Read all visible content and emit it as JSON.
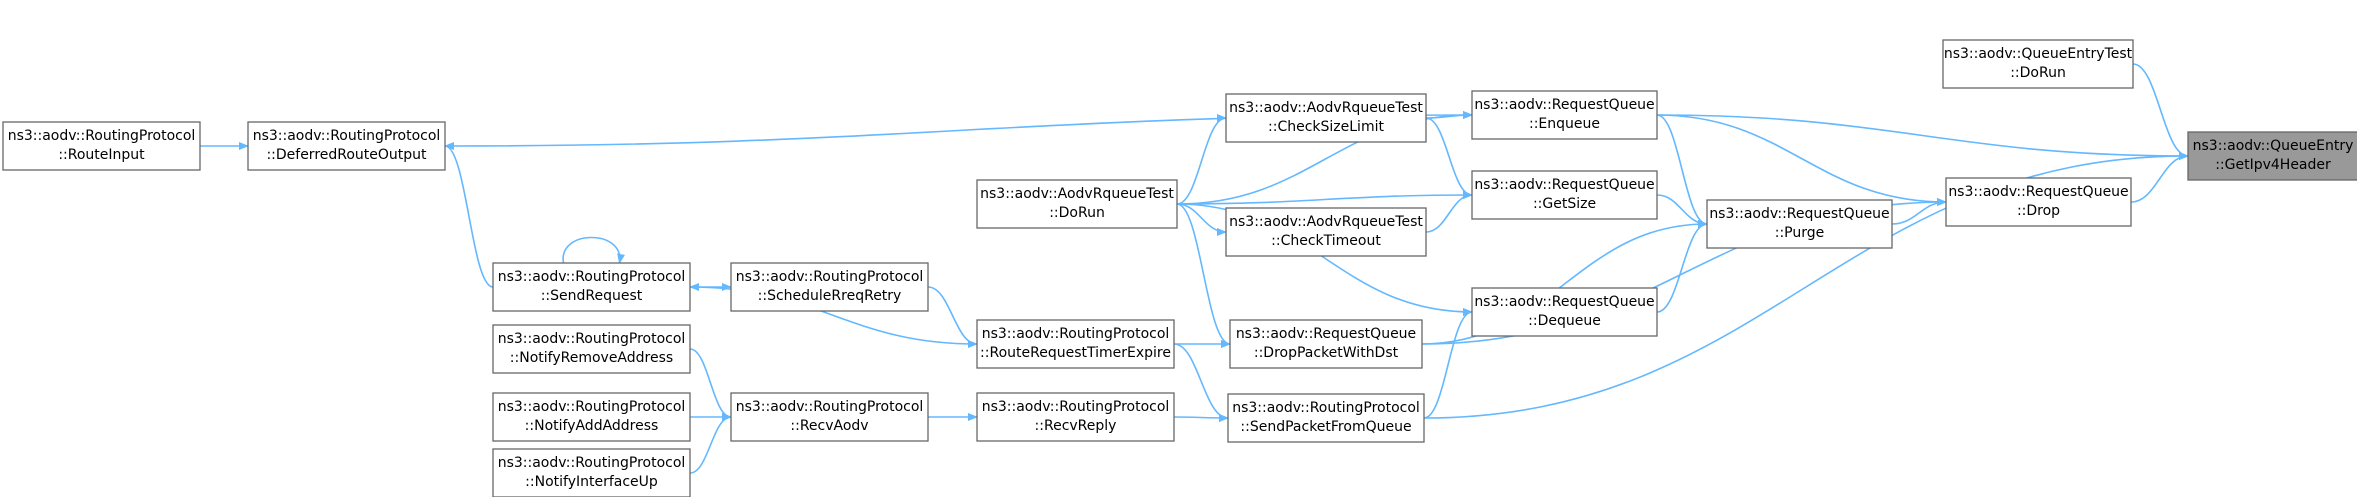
{
  "diagram": {
    "title": "",
    "colors": {
      "edge": "#63b8ff",
      "node_border": "#666666",
      "node_fill": "#ffffff",
      "highlight_fill": "#999999",
      "text": "#000000"
    },
    "nodes": [
      {
        "id": "getipv4header",
        "line1": "ns3::aodv::QueueEntry",
        "line2": "::GetIpv4Header",
        "highlight": true
      },
      {
        "id": "queueentrytest-dorun",
        "line1": "ns3::aodv::QueueEntryTest",
        "line2": "::DoRun"
      },
      {
        "id": "requestqueue-drop",
        "line1": "ns3::aodv::RequestQueue",
        "line2": "::Drop"
      },
      {
        "id": "requestqueue-enqueue",
        "line1": "ns3::aodv::RequestQueue",
        "line2": "::Enqueue"
      },
      {
        "id": "requestqueue-purge",
        "line1": "ns3::aodv::RequestQueue",
        "line2": "::Purge"
      },
      {
        "id": "requestqueue-getsize",
        "line1": "ns3::aodv::RequestQueue",
        "line2": "::GetSize"
      },
      {
        "id": "requestqueue-dequeue",
        "line1": "ns3::aodv::RequestQueue",
        "line2": "::Dequeue"
      },
      {
        "id": "rqueuetest-checksizelimit",
        "line1": "ns3::aodv::AodvRqueueTest",
        "line2": "::CheckSizeLimit"
      },
      {
        "id": "rqueuetest-checktimeout",
        "line1": "ns3::aodv::AodvRqueueTest",
        "line2": "::CheckTimeout"
      },
      {
        "id": "requestqueue-droppacketwithdst",
        "line1": "ns3::aodv::RequestQueue",
        "line2": "::DropPacketWithDst"
      },
      {
        "id": "rp-sendpacketfromqueue",
        "line1": "ns3::aodv::RoutingProtocol",
        "line2": "::SendPacketFromQueue"
      },
      {
        "id": "rqueuetest-dorun",
        "line1": "ns3::aodv::AodvRqueueTest",
        "line2": "::DoRun"
      },
      {
        "id": "rp-routerequesttimerexpire",
        "line1": "ns3::aodv::RoutingProtocol",
        "line2": "::RouteRequestTimerExpire"
      },
      {
        "id": "rp-recvreply",
        "line1": "ns3::aodv::RoutingProtocol",
        "line2": "::RecvReply"
      },
      {
        "id": "rp-schedulerreqretry",
        "line1": "ns3::aodv::RoutingProtocol",
        "line2": "::ScheduleRreqRetry"
      },
      {
        "id": "rp-recvaodv",
        "line1": "ns3::aodv::RoutingProtocol",
        "line2": "::RecvAodv"
      },
      {
        "id": "rp-sendrequest",
        "line1": "ns3::aodv::RoutingProtocol",
        "line2": "::SendRequest"
      },
      {
        "id": "rp-notifyremoveaddress",
        "line1": "ns3::aodv::RoutingProtocol",
        "line2": "::NotifyRemoveAddress"
      },
      {
        "id": "rp-notifyaddaddress",
        "line1": "ns3::aodv::RoutingProtocol",
        "line2": "::NotifyAddAddress"
      },
      {
        "id": "rp-notifyinterfaceup",
        "line1": "ns3::aodv::RoutingProtocol",
        "line2": "::NotifyInterfaceUp"
      },
      {
        "id": "rp-deferredrouteoutput",
        "line1": "ns3::aodv::RoutingProtocol",
        "line2": "::DeferredRouteOutput"
      },
      {
        "id": "rp-routeinput",
        "line1": "ns3::aodv::RoutingProtocol",
        "line2": "::RouteInput"
      }
    ],
    "edges": [
      {
        "from": "queueentrytest-dorun",
        "to": "getipv4header"
      },
      {
        "from": "requestqueue-drop",
        "to": "getipv4header"
      },
      {
        "from": "requestqueue-enqueue",
        "to": "getipv4header"
      },
      {
        "from": "rp-sendpacketfromqueue",
        "to": "getipv4header"
      },
      {
        "from": "requestqueue-purge",
        "to": "requestqueue-drop"
      },
      {
        "from": "requestqueue-enqueue",
        "to": "requestqueue-drop"
      },
      {
        "from": "requestqueue-droppacketwithdst",
        "to": "requestqueue-drop"
      },
      {
        "from": "requestqueue-enqueue",
        "to": "requestqueue-purge"
      },
      {
        "from": "requestqueue-getsize",
        "to": "requestqueue-purge"
      },
      {
        "from": "requestqueue-dequeue",
        "to": "requestqueue-purge"
      },
      {
        "from": "requestqueue-droppacketwithdst",
        "to": "requestqueue-purge"
      },
      {
        "from": "rqueuetest-checksizelimit",
        "to": "requestqueue-enqueue"
      },
      {
        "from": "rqueuetest-dorun",
        "to": "requestqueue-enqueue"
      },
      {
        "from": "rp-deferredrouteoutput",
        "to": "requestqueue-enqueue"
      },
      {
        "from": "rqueuetest-checksizelimit",
        "to": "requestqueue-getsize"
      },
      {
        "from": "rqueuetest-checktimeout",
        "to": "requestqueue-getsize"
      },
      {
        "from": "rqueuetest-dorun",
        "to": "requestqueue-getsize"
      },
      {
        "from": "rp-sendpacketfromqueue",
        "to": "requestqueue-dequeue"
      },
      {
        "from": "rqueuetest-dorun",
        "to": "requestqueue-dequeue"
      },
      {
        "from": "rqueuetest-dorun",
        "to": "rqueuetest-checksizelimit"
      },
      {
        "from": "rqueuetest-dorun",
        "to": "rqueuetest-checktimeout"
      },
      {
        "from": "rqueuetest-dorun",
        "to": "requestqueue-droppacketwithdst"
      },
      {
        "from": "rp-routerequesttimerexpire",
        "to": "requestqueue-droppacketwithdst"
      },
      {
        "from": "rp-routerequesttimerexpire",
        "to": "rp-sendpacketfromqueue"
      },
      {
        "from": "rp-recvreply",
        "to": "rp-sendpacketfromqueue"
      },
      {
        "from": "rp-schedulerreqretry",
        "to": "rp-routerequesttimerexpire"
      },
      {
        "from": "rp-routerequesttimerexpire",
        "to": "rp-sendrequest"
      },
      {
        "from": "rp-recvaodv",
        "to": "rp-recvreply"
      },
      {
        "from": "rp-sendrequest",
        "to": "rp-schedulerreqretry"
      },
      {
        "from": "rp-sendrequest",
        "to": "rp-sendrequest"
      },
      {
        "from": "rp-sendrequest",
        "to": "rp-deferredrouteoutput"
      },
      {
        "from": "rp-notifyremoveaddress",
        "to": "rp-recvaodv"
      },
      {
        "from": "rp-notifyaddaddress",
        "to": "rp-recvaodv"
      },
      {
        "from": "rp-notifyinterfaceup",
        "to": "rp-recvaodv"
      },
      {
        "from": "rp-routeinput",
        "to": "rp-deferredrouteoutput"
      }
    ]
  }
}
